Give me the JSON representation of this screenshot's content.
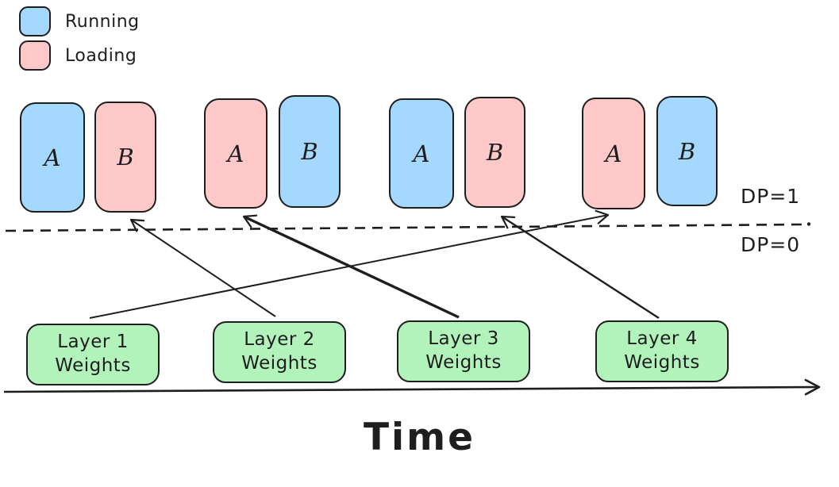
{
  "legend": {
    "items": [
      {
        "label": "Running",
        "color": "#a5d8ff"
      },
      {
        "label": "Loading",
        "color": "#ffc9c9"
      }
    ]
  },
  "timeline": {
    "groups": [
      {
        "name": "group-1",
        "boxes": [
          {
            "label": "A",
            "state": "running"
          },
          {
            "label": "B",
            "state": "loading"
          }
        ]
      },
      {
        "name": "group-2",
        "boxes": [
          {
            "label": "A",
            "state": "loading"
          },
          {
            "label": "B",
            "state": "running"
          }
        ]
      },
      {
        "name": "group-3",
        "boxes": [
          {
            "label": "A",
            "state": "running"
          },
          {
            "label": "B",
            "state": "loading"
          }
        ]
      },
      {
        "name": "group-4",
        "boxes": [
          {
            "label": "A",
            "state": "loading"
          },
          {
            "label": "B",
            "state": "running"
          }
        ]
      }
    ]
  },
  "dp": {
    "above": "DP=1",
    "below": "DP=0"
  },
  "weights": [
    {
      "line1": "Layer 1",
      "line2": "Weights"
    },
    {
      "line1": "Layer 2",
      "line2": "Weights"
    },
    {
      "line1": "Layer 3",
      "line2": "Weights"
    },
    {
      "line1": "Layer 4",
      "line2": "Weights"
    }
  ],
  "arrows": [
    {
      "from": "layer-2-weights",
      "to": "group-1-box-B"
    },
    {
      "from": "layer-3-weights",
      "to": "group-2-box-A"
    },
    {
      "from": "layer-4-weights",
      "to": "group-3-box-B"
    },
    {
      "from": "layer-1-weights",
      "to": "group-4-box-A"
    }
  ],
  "axis": {
    "label": "Time"
  },
  "colors": {
    "running": "#a5d8ff",
    "loading": "#ffc9c9",
    "weights": "#b2f2bb",
    "stroke": "#1e1e1e",
    "background": "#ffffff"
  }
}
